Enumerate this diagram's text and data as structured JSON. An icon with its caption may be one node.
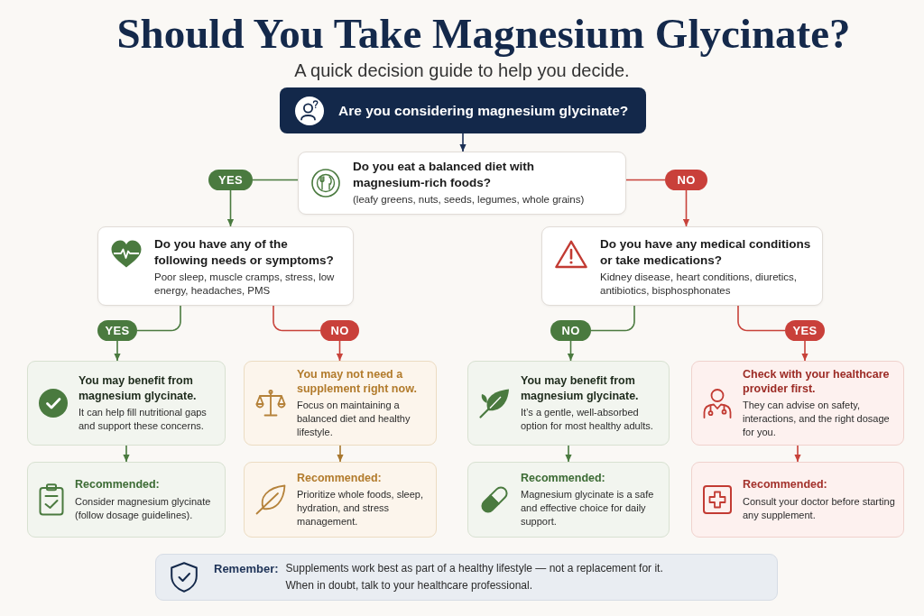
{
  "diagram": {
    "title": "Should You Take Magnesium Glycinate?",
    "nodes": [
      {
        "text": [
          "Are you considering magnesium glycinate?"
        ]
      },
      {
        "text": [
          "Do you eat a balanced diet with magnesium-rich foods?",
          "(leafy greens, nuts, seeds, legumes, whole grains)"
        ]
      },
      {
        "text": [
          "YES"
        ]
      },
      {
        "text": [
          "NO"
        ]
      },
      {
        "text": [
          "Do you have any of the following needs or symptoms?",
          "Poor sleep, muscle cramps, stress, low energy, headaches, PMS"
        ]
      },
      {
        "text": [
          "Do you have any medical conditions or take medications?",
          "Kidney disease, heart conditions, diuretics, antibiotics, bisphosphonates"
        ]
      },
      {
        "text": [
          "YES"
        ]
      },
      {
        "text": [
          "NO"
        ]
      },
      {
        "text": [
          "NO"
        ]
      },
      {
        "text": [
          "YES"
        ]
      },
      {
        "text": [
          "You may benefit from magnesium glycinate.",
          "It can help fill nutritional gaps and support these concerns."
        ]
      },
      {
        "text": [
          "You may not need a supplement right now.",
          "Focus on maintaining a balanced diet and healthy lifestyle."
        ]
      },
      {
        "text": [
          "You may benefit from magnesium glycinate.",
          "It’s a gentle, well-absorbed option for most healthy adults."
        ]
      },
      {
        "text": [
          "Check with your healthcare provider first.",
          "They can advise on safety, interactions, and the right dosage for you."
        ]
      },
      {
        "text": [
          "Recommended:",
          "Consider magnesium glycinate (follow dosage guidelines)."
        ]
      },
      {
        "text": [
          "Recommended:",
          "Prioritize whole foods, sleep, hydration, and stress management."
        ]
      },
      {
        "text": [
          "Recommended:",
          "Magnesium glycinate is a safe and effective choice for daily support."
        ]
      },
      {
        "text": [
          "Recommended:",
          "Consult your doctor before starting any supplement."
        ]
      },
      {
        "text": [
          "Remember:",
          "Supplements work best as part of a healthy lifestyle — not a replacement for it.",
          "When in doubt, talk to your healthcare professional."
        ]
      }
    ],
    "edges": [
      {
        "from": 0,
        "to": 1,
        "arrow": "to",
        "color": "#1b2f55"
      },
      {
        "from": 1,
        "to": 2,
        "arrow": "none"
      },
      {
        "from": 2,
        "to": 4,
        "arrow": "to"
      },
      {
        "from": 1,
        "to": 3,
        "arrow": "none",
        "color": "#c8423a"
      },
      {
        "from": 3,
        "to": 5,
        "arrow": "to",
        "color": "#c8423a"
      },
      {
        "from": 4,
        "to": 6,
        "arrow": "none"
      },
      {
        "from": 6,
        "to": 10,
        "arrow": "to"
      },
      {
        "from": 4,
        "to": 7,
        "arrow": "none",
        "color": "#c8423a"
      },
      {
        "from": 7,
        "to": 11,
        "arrow": "to",
        "color": "#c8423a"
      },
      {
        "from": 5,
        "to": 8,
        "arrow": "none"
      },
      {
        "from": 8,
        "to": 12,
        "arrow": "to"
      },
      {
        "from": 5,
        "to": 9,
        "arrow": "none",
        "color": "#c8423a"
      },
      {
        "from": 9,
        "to": 13,
        "arrow": "to",
        "color": "#c8423a"
      },
      {
        "from": 10,
        "to": 14,
        "arrow": "to"
      },
      {
        "from": 11,
        "to": 15,
        "arrow": "to",
        "color": "#a8772e"
      },
      {
        "from": 12,
        "to": 16,
        "arrow": "to"
      },
      {
        "from": 13,
        "to": 17,
        "arrow": "to",
        "color": "#c8423a"
      }
    ],
    "labels": [
      "A quick decision guide to help you decide."
    ]
  }
}
